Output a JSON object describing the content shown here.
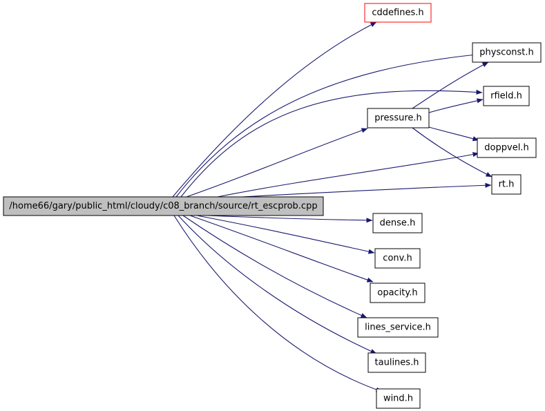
{
  "colors": {
    "edge": "#191970",
    "source_fill": "#bfbfbf",
    "node_fill": "#ffffff",
    "node_border": "#000000",
    "unresolved_border": "#ff0000"
  },
  "nodes": {
    "source": {
      "label": "/home66/gary/public_html/cloudy/c08_branch/source/rt_escprob.cpp"
    },
    "cddefines": {
      "label": "cddefines.h"
    },
    "physconst": {
      "label": "physconst.h"
    },
    "rfield": {
      "label": "rfield.h"
    },
    "pressure": {
      "label": "pressure.h"
    },
    "doppvel": {
      "label": "doppvel.h"
    },
    "rt": {
      "label": "rt.h"
    },
    "dense": {
      "label": "dense.h"
    },
    "conv": {
      "label": "conv.h"
    },
    "opacity": {
      "label": "opacity.h"
    },
    "lines_service": {
      "label": "lines_service.h"
    },
    "taulines": {
      "label": "taulines.h"
    },
    "wind": {
      "label": "wind.h"
    }
  },
  "edges": [
    {
      "from": "source",
      "to": "cddefines"
    },
    {
      "from": "source",
      "to": "physconst"
    },
    {
      "from": "source",
      "to": "rfield"
    },
    {
      "from": "source",
      "to": "pressure"
    },
    {
      "from": "source",
      "to": "doppvel"
    },
    {
      "from": "source",
      "to": "rt"
    },
    {
      "from": "source",
      "to": "dense"
    },
    {
      "from": "source",
      "to": "conv"
    },
    {
      "from": "source",
      "to": "opacity"
    },
    {
      "from": "source",
      "to": "lines_service"
    },
    {
      "from": "source",
      "to": "taulines"
    },
    {
      "from": "source",
      "to": "wind"
    },
    {
      "from": "pressure",
      "to": "physconst"
    },
    {
      "from": "pressure",
      "to": "rfield"
    },
    {
      "from": "pressure",
      "to": "doppvel"
    },
    {
      "from": "pressure",
      "to": "rt"
    }
  ]
}
